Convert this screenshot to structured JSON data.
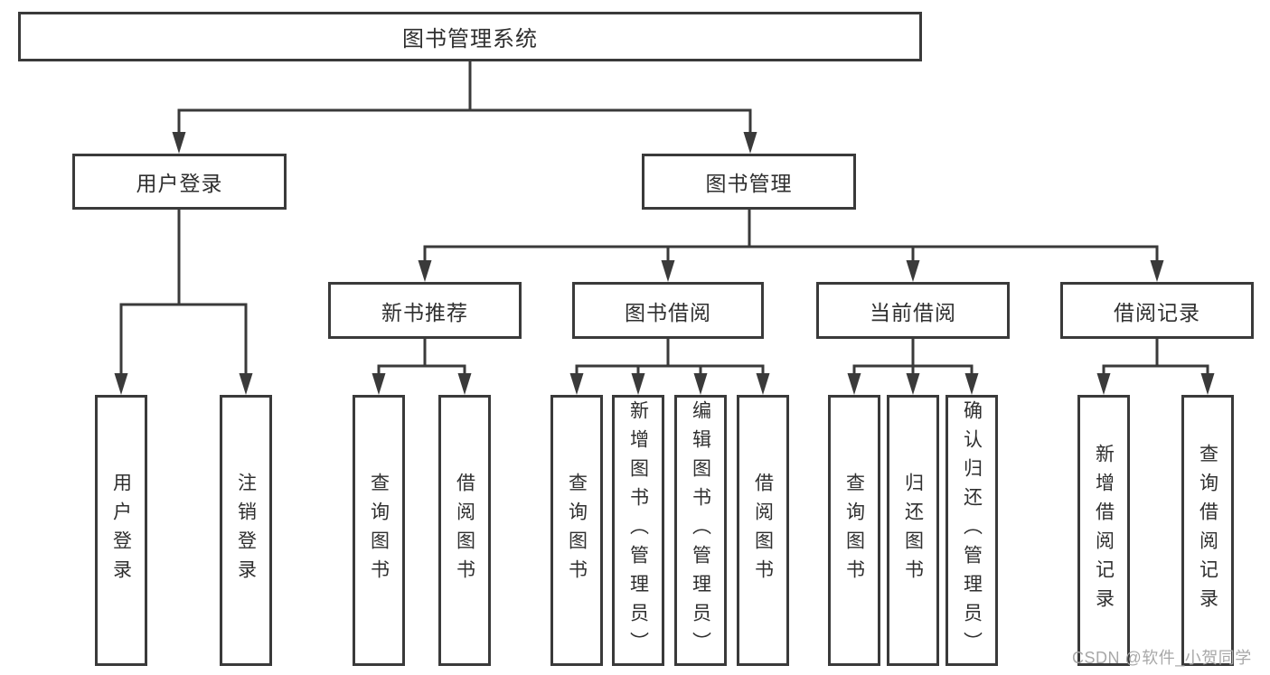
{
  "diagram": {
    "root": "图书管理系统",
    "level2": {
      "user_login": "用户登录",
      "book_management": "图书管理"
    },
    "level3": {
      "new_book_recommend": "新书推荐",
      "book_borrow": "图书借阅",
      "current_borrow": "当前借阅",
      "borrow_records": "借阅记录"
    },
    "leaves": {
      "user_login": "用户登录",
      "logout": "注销登录",
      "nb_query_books": "查询图书",
      "nb_borrow_books": "借阅图书",
      "bb_query_books": "查询图书",
      "bb_add_books": "新增图书（管理员）",
      "bb_edit_books": "编辑图书（管理员）",
      "bb_borrow_books": "借阅图书",
      "cb_query_books": "查询图书",
      "cb_return_books": "归还图书",
      "cb_confirm_return": "确认归还（管理员）",
      "br_add_record": "新增借阅记录",
      "br_query_record": "查询借阅记录"
    }
  },
  "watermark": "CSDN @软件_小贺同学",
  "colors": {
    "line": "#3a3a3a",
    "box_border": "#3a3a3a",
    "text": "#2f2f2f",
    "watermark": "#a8a8a8",
    "background": "#ffffff"
  }
}
